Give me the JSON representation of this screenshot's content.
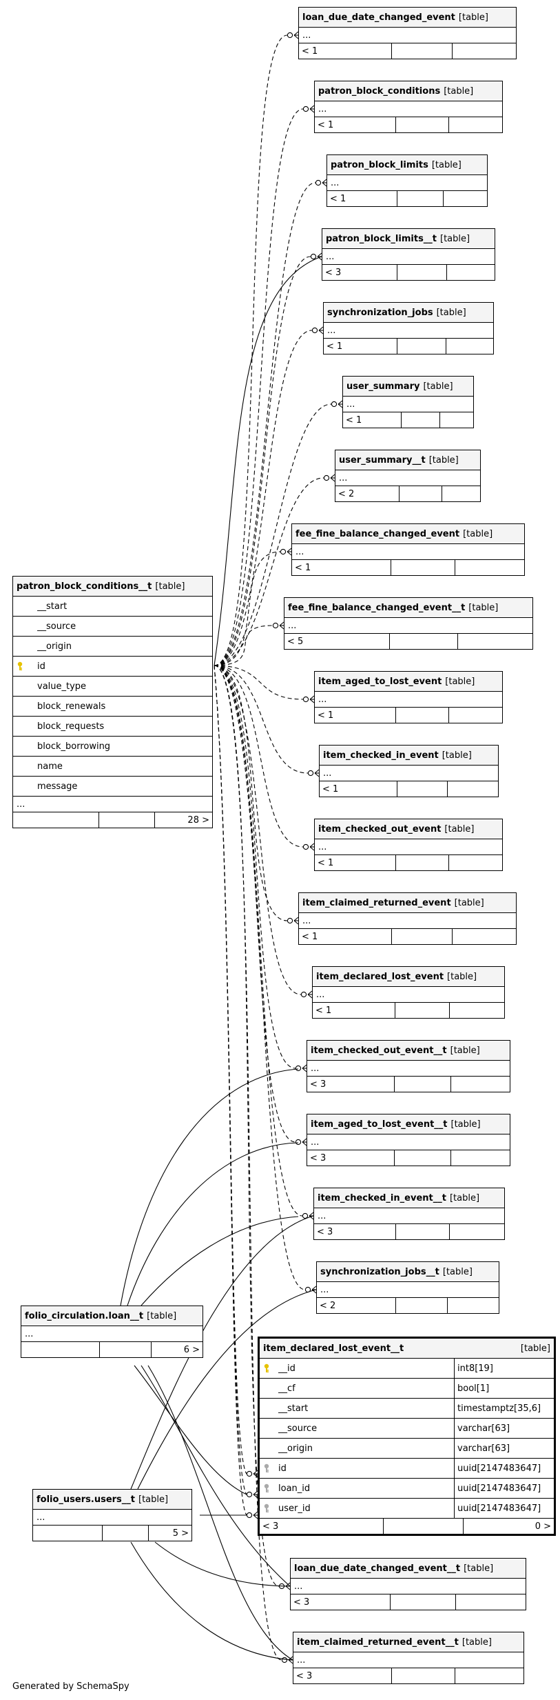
{
  "footer": "Generated by SchemaSpy",
  "labels": {
    "table_tag": "[table]",
    "ellipsis": "..."
  },
  "icons": {
    "primary_key": "key-icon",
    "foreign_key": "key-icon"
  },
  "colors": {
    "primary_key": "#e6c200",
    "foreign_key": "#aaaaaa",
    "line": "#000000"
  },
  "parent_table": {
    "name": "patron_block_conditions__t",
    "columns": [
      "__start",
      "__source",
      "__origin",
      "id",
      "value_type",
      "block_renewals",
      "block_requests",
      "block_borrowing",
      "name",
      "message"
    ],
    "pk_column": "id",
    "footer": [
      "",
      "",
      "28 >"
    ]
  },
  "children": [
    {
      "name": "loan_due_date_changed_event",
      "footer": [
        "< 1",
        "",
        ""
      ]
    },
    {
      "name": "patron_block_conditions",
      "footer": [
        "< 1",
        "",
        ""
      ]
    },
    {
      "name": "patron_block_limits",
      "footer": [
        "< 1",
        "",
        ""
      ]
    },
    {
      "name": "patron_block_limits__t",
      "footer": [
        "< 3",
        "",
        ""
      ]
    },
    {
      "name": "synchronization_jobs",
      "footer": [
        "< 1",
        "",
        ""
      ]
    },
    {
      "name": "user_summary",
      "footer": [
        "< 1",
        "",
        ""
      ]
    },
    {
      "name": "user_summary__t",
      "footer": [
        "< 2",
        "",
        ""
      ]
    },
    {
      "name": "fee_fine_balance_changed_event",
      "footer": [
        "< 1",
        "",
        ""
      ]
    },
    {
      "name": "fee_fine_balance_changed_event__t",
      "footer": [
        "< 5",
        "",
        ""
      ]
    },
    {
      "name": "item_aged_to_lost_event",
      "footer": [
        "< 1",
        "",
        ""
      ]
    },
    {
      "name": "item_checked_in_event",
      "footer": [
        "< 1",
        "",
        ""
      ]
    },
    {
      "name": "item_checked_out_event",
      "footer": [
        "< 1",
        "",
        ""
      ]
    },
    {
      "name": "item_claimed_returned_event",
      "footer": [
        "< 1",
        "",
        ""
      ]
    },
    {
      "name": "item_declared_lost_event",
      "footer": [
        "< 1",
        "",
        ""
      ]
    },
    {
      "name": "item_checked_out_event__t",
      "footer": [
        "< 3",
        "",
        ""
      ]
    },
    {
      "name": "item_aged_to_lost_event__t",
      "footer": [
        "< 3",
        "",
        ""
      ]
    },
    {
      "name": "item_checked_in_event__t",
      "footer": [
        "< 3",
        "",
        ""
      ]
    },
    {
      "name": "synchronization_jobs__t",
      "footer": [
        "< 2",
        "",
        ""
      ]
    },
    {
      "name": "loan_due_date_changed_event__t",
      "footer": [
        "< 3",
        "",
        ""
      ]
    },
    {
      "name": "item_claimed_returned_event__t",
      "footer": [
        "< 3",
        "",
        ""
      ]
    }
  ],
  "loan_table": {
    "name": "folio_circulation.loan__t",
    "footer": [
      "",
      "",
      "6 >"
    ]
  },
  "users_table": {
    "name": "folio_users.users__t",
    "footer": [
      "",
      "",
      "5 >"
    ]
  },
  "focus_table": {
    "name": "item_declared_lost_event__t",
    "columns": [
      {
        "name": "__id",
        "type": "int8[19]",
        "key": "primary"
      },
      {
        "name": "__cf",
        "type": "bool[1]",
        "key": ""
      },
      {
        "name": "__start",
        "type": "timestamptz[35,6]",
        "key": ""
      },
      {
        "name": "__source",
        "type": "varchar[63]",
        "key": ""
      },
      {
        "name": "__origin",
        "type": "varchar[63]",
        "key": ""
      },
      {
        "name": "id",
        "type": "uuid[2147483647]",
        "key": "foreign"
      },
      {
        "name": "loan_id",
        "type": "uuid[2147483647]",
        "key": "foreign"
      },
      {
        "name": "user_id",
        "type": "uuid[2147483647]",
        "key": "foreign"
      }
    ],
    "footer": [
      "< 3",
      "",
      "0 >"
    ]
  }
}
